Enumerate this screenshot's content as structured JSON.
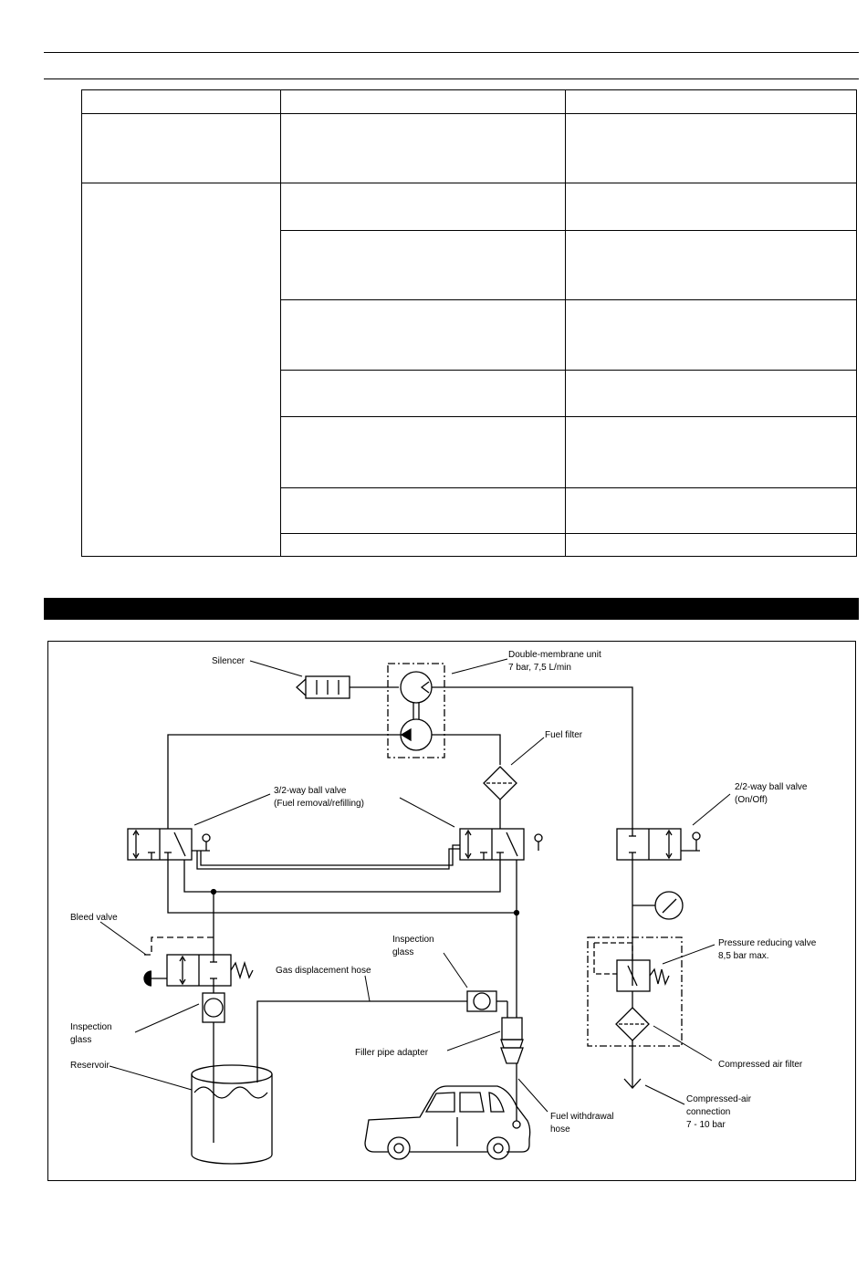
{
  "labels": {
    "silencer": "Silencer",
    "membrane_1": "Double-membrane unit",
    "membrane_2": "7 bar, 7,5 L/min",
    "fuel_filter": "Fuel filter",
    "ball32_1": "3/2-way ball valve",
    "ball32_2": "(Fuel removal/refilling)",
    "ball22_1": "2/2-way ball valve",
    "ball22_2": "(On/Off)",
    "bleed_valve": "Bleed valve",
    "insp_glass_a1": "Inspection",
    "insp_glass_a2": "glass",
    "gas_hose": "Gas displacement hose",
    "prv_1": "Pressure reducing valve",
    "prv_2": "8,5 bar max.",
    "insp_glass_b1": "Inspection",
    "insp_glass_b2": "glass",
    "reservoir": "Reservoir",
    "filler_adapter": "Filler pipe adapter",
    "air_filter": "Compressed air filter",
    "withdrawal_1": "Fuel withdrawal",
    "withdrawal_2": "hose",
    "air_conn_1": "Compressed-air",
    "air_conn_2": "connection",
    "air_conn_3": "7 - 10 bar"
  }
}
